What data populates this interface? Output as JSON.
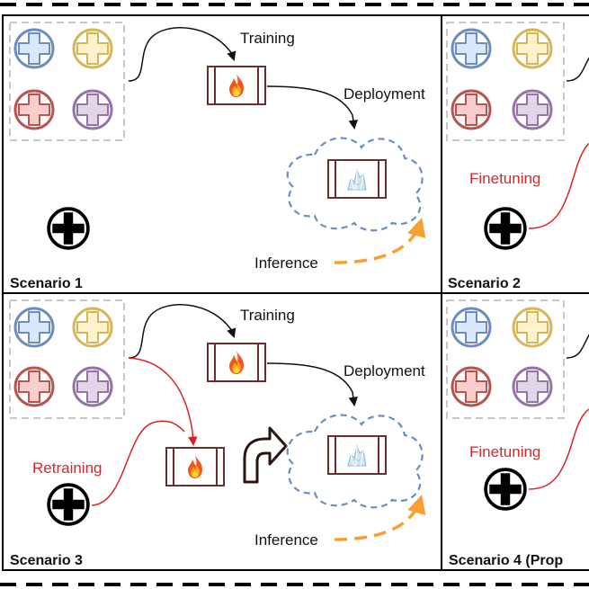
{
  "colors": {
    "blue": "#6c8ebf",
    "blue_fill": "#dae8fc",
    "yellow": "#d6b656",
    "yellow_fill": "#fff2cc",
    "red": "#b85450",
    "red_fill": "#f8cecc",
    "purple": "#9673a6",
    "purple_fill": "#e1d5e7",
    "arrow_red": "#e02020",
    "arrow_orange": "#f5a030",
    "cloud": "#6c8ebf",
    "model_border": "#6b2d2d"
  },
  "icons": {
    "fire": "fire-icon",
    "ice": "ice-icon",
    "plus": "plus-circle-icon",
    "return_arrow": "curved-return-arrow-icon"
  },
  "scenarios": [
    {
      "title": "Scenario 1",
      "training": "Training",
      "deployment": "Deployment",
      "inference": "Inference"
    },
    {
      "title": "Scenario 2",
      "finetuning": "Finetuning"
    },
    {
      "title": "Scenario 3",
      "training": "Training",
      "deployment": "Deployment",
      "retraining": "Retraining",
      "inference": "Inference"
    },
    {
      "title": "Scenario 4 (Prop",
      "finetuning": "Finetuning"
    }
  ]
}
